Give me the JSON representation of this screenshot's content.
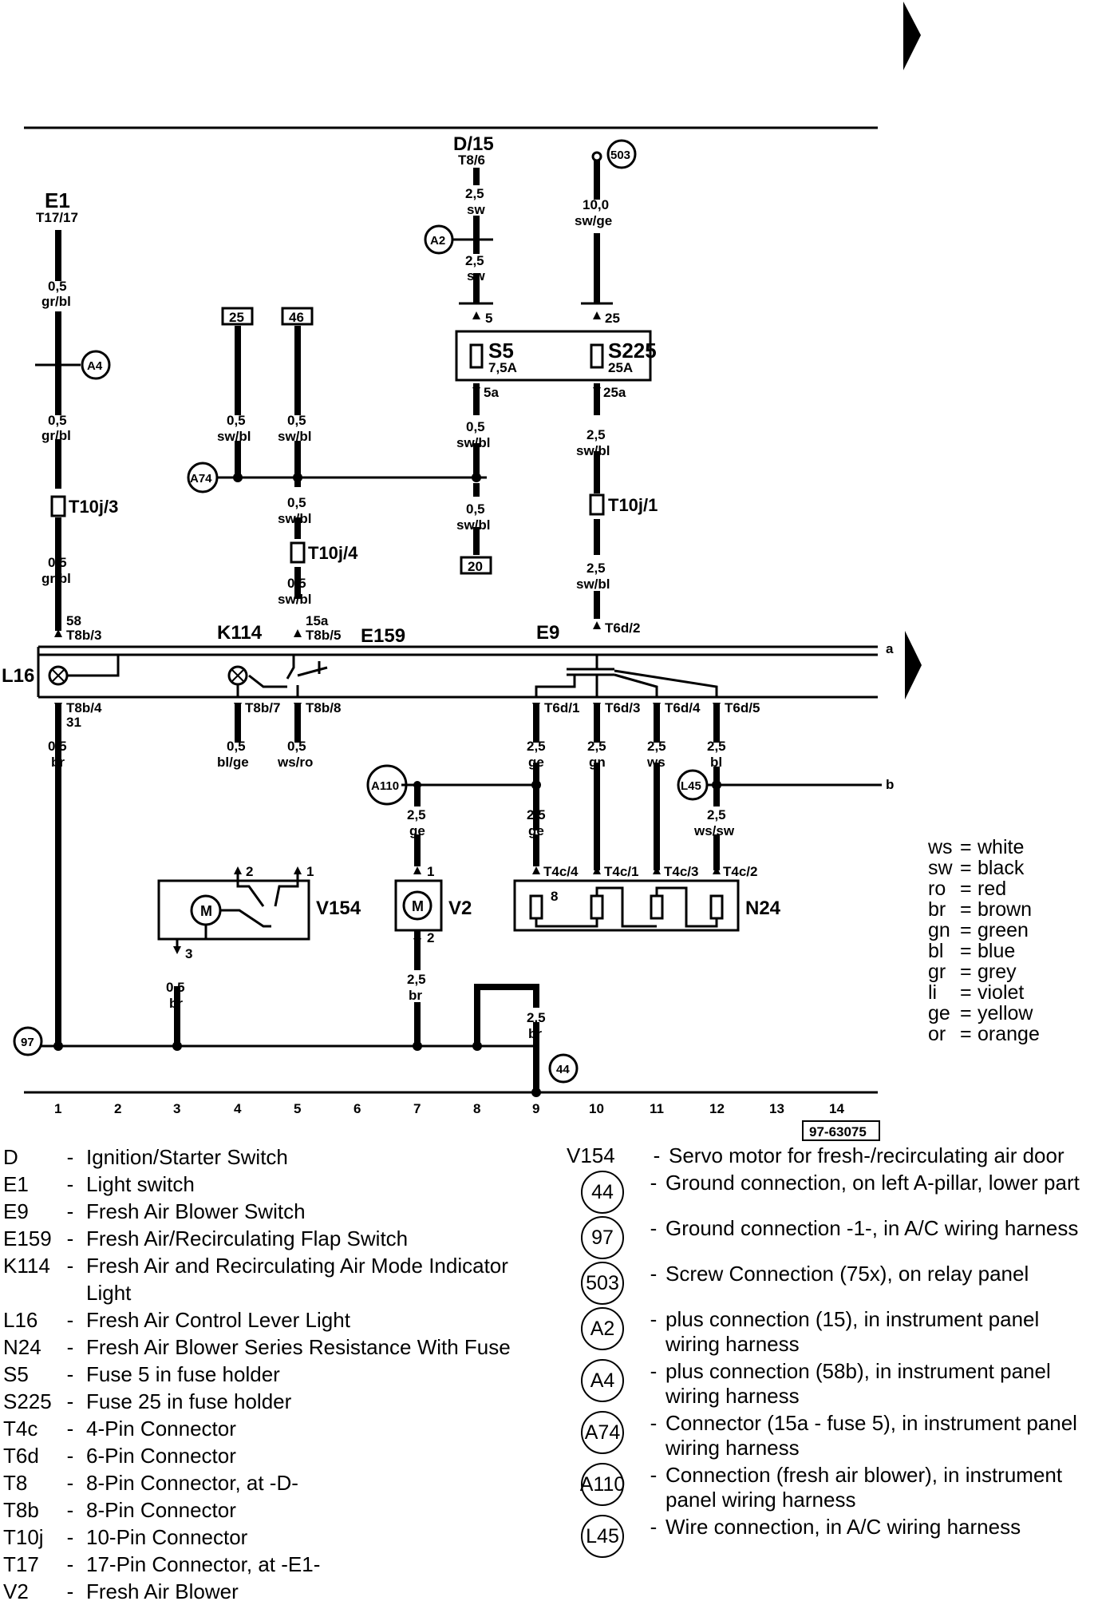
{
  "terminals": {
    "d15": {
      "main": "D/15",
      "sub": "T8/6"
    },
    "e1": {
      "main": "E1",
      "sub": "T17/17"
    },
    "t503": "503",
    "box25": "25",
    "box46": "46",
    "box20": "20"
  },
  "wires": {
    "d_a": {
      "size": "2,5",
      "color": "sw"
    },
    "d_b": {
      "size": "2,5",
      "color": "sw"
    },
    "r503": {
      "size": "10,0",
      "color": "sw/ge"
    },
    "e1_a": {
      "size": "0,5",
      "color": "gr/bl"
    },
    "e1_b": {
      "size": "0,5",
      "color": "gr/bl"
    },
    "e1_c": {
      "size": "0,5",
      "color": "gr/bl"
    },
    "w25": {
      "size": "0,5",
      "color": "sw/bl"
    },
    "w46": {
      "size": "0,5",
      "color": "sw/bl"
    },
    "w46b": {
      "size": "0,5",
      "color": "sw/bl"
    },
    "w46c": {
      "size": "0,5",
      "color": "sw/bl"
    },
    "s5_out": {
      "size": "0,5",
      "color": "sw/bl"
    },
    "s5_out2": {
      "size": "0,5",
      "color": "sw/bl"
    },
    "s225_out": {
      "size": "2,5",
      "color": "sw/bl"
    },
    "s225_out2": {
      "size": "2,5",
      "color": "sw/bl"
    },
    "l16_out": {
      "size": "0,5",
      "color": "br"
    },
    "k114_out": {
      "size": "0,5",
      "color": "bl/ge"
    },
    "e159_out": {
      "size": "0,5",
      "color": "ws/ro"
    },
    "e9_1": {
      "size": "2,5",
      "color": "ge"
    },
    "e9_3": {
      "size": "2,5",
      "color": "gn"
    },
    "e9_4": {
      "size": "2,5",
      "color": "ws"
    },
    "e9_5": {
      "size": "2,5",
      "color": "bl"
    },
    "a110_v2": {
      "size": "2,5",
      "color": "ge"
    },
    "e9_1b": {
      "size": "2,5",
      "color": "ge"
    },
    "l45_out": {
      "size": "2,5",
      "color": "ws/sw"
    },
    "v154_gnd": {
      "size": "0,5",
      "color": "br"
    },
    "v2_gnd": {
      "size": "2,5",
      "color": "br"
    },
    "gnd44": {
      "size": "2,5",
      "color": "br"
    }
  },
  "pins": {
    "d5": "5",
    "r25": "25",
    "s5a": "5a",
    "s225a": "25a",
    "e1_58": "58",
    "e1_t8b3": "T8b/3",
    "e159_15a": "15a",
    "e159_t8b5": "T8b/5",
    "e9_t6d2": "T6d/2",
    "l16_t8b4": "T8b/4",
    "l16_31": "31",
    "k114_t8b7": "T8b/7",
    "e159_t8b8": "T8b/8",
    "t6d1": "T6d/1",
    "t6d3": "T6d/3",
    "t6d4": "T6d/4",
    "t6d5": "T6d/5",
    "v154_2": "2",
    "v154_1": "1",
    "v154_3": "3",
    "v2_1": "1",
    "v2_2": "2",
    "t4c4": "T4c/4",
    "t4c1": "T4c/1",
    "t4c3": "T4c/3",
    "t4c2": "T4c/2",
    "n24_8": "8"
  },
  "components": {
    "s5": {
      "main": "S5",
      "rating": "7,5A"
    },
    "s225": {
      "main": "S225",
      "rating": "25A"
    },
    "t10j3": "T10j/3",
    "t10j4": "T10j/4",
    "t10j1": "T10j/1",
    "k114": "K114",
    "e159": "E159",
    "e9": "E9",
    "l16": "L16",
    "v154": "V154",
    "v2": "V2",
    "n24": "N24",
    "motor": "M"
  },
  "connectors": {
    "a2": "A2",
    "a4": "A4",
    "a74": "A74",
    "a110": "A110",
    "l45": "L45",
    "g97": "97",
    "g44": "44"
  },
  "line_labels": {
    "a": "a",
    "b": "b"
  },
  "tracks": [
    "1",
    "2",
    "3",
    "4",
    "5",
    "6",
    "7",
    "8",
    "9",
    "10",
    "11",
    "12",
    "13",
    "14"
  ],
  "diagram_id": "97-63075",
  "color_key": [
    {
      "code": "ws",
      "name": "white"
    },
    {
      "code": "sw",
      "name": "black"
    },
    {
      "code": "ro",
      "name": "red"
    },
    {
      "code": "br",
      "name": "brown"
    },
    {
      "code": "gn",
      "name": "green"
    },
    {
      "code": "bl",
      "name": "blue"
    },
    {
      "code": "gr",
      "name": "grey"
    },
    {
      "code": "li",
      "name": "violet"
    },
    {
      "code": "ge",
      "name": "yellow"
    },
    {
      "code": "or",
      "name": "orange"
    }
  ],
  "legend_left": [
    {
      "code": "D",
      "text": "Ignition/Starter Switch"
    },
    {
      "code": "E1",
      "text": "Light switch"
    },
    {
      "code": "E9",
      "text": "Fresh Air Blower Switch"
    },
    {
      "code": "E159",
      "text": "Fresh Air/Recirculating Flap Switch"
    },
    {
      "code": "K114",
      "text": "Fresh Air and Recirculating Air Mode Indicator Light"
    },
    {
      "code": "L16",
      "text": "Fresh Air Control Lever Light"
    },
    {
      "code": "N24",
      "text": "Fresh Air Blower Series Resistance With Fuse"
    },
    {
      "code": "S5",
      "text": "Fuse 5 in fuse holder"
    },
    {
      "code": "S225",
      "text": "Fuse 25 in fuse holder"
    },
    {
      "code": "T4c",
      "text": "4-Pin Connector"
    },
    {
      "code": "T6d",
      "text": "6-Pin Connector"
    },
    {
      "code": "T8",
      "text": "8-Pin Connector, at -D-"
    },
    {
      "code": "T8b",
      "text": "8-Pin Connector"
    },
    {
      "code": "T10j",
      "text": "10-Pin Connector"
    },
    {
      "code": "T17",
      "text": "17-Pin Connector, at -E1-"
    },
    {
      "code": "V2",
      "text": "Fresh Air Blower"
    }
  ],
  "legend_right": [
    {
      "code": "V154",
      "circle": false,
      "text": "Servo motor for fresh-/recirculating air door"
    },
    {
      "code": "44",
      "circle": true,
      "text": "Ground connection, on left A-pillar, lower part"
    },
    {
      "code": "97",
      "circle": true,
      "text": "Ground connection -1-, in A/C wiring harness"
    },
    {
      "code": "503",
      "circle": true,
      "text": "Screw Connection (75x), on relay panel"
    },
    {
      "code": "A2",
      "circle": true,
      "text": "plus connection (15), in instrument panel wiring harness"
    },
    {
      "code": "A4",
      "circle": true,
      "text": "plus connection (58b), in instrument panel wiring harness"
    },
    {
      "code": "A74",
      "circle": true,
      "text": "Connector (15a - fuse 5), in instrument panel wiring harness"
    },
    {
      "code": "A110",
      "circle": true,
      "text": "Connection (fresh air blower), in  instrument panel wiring harness"
    },
    {
      "code": "L45",
      "circle": true,
      "text": "Wire connection, in A/C wiring harness"
    }
  ]
}
